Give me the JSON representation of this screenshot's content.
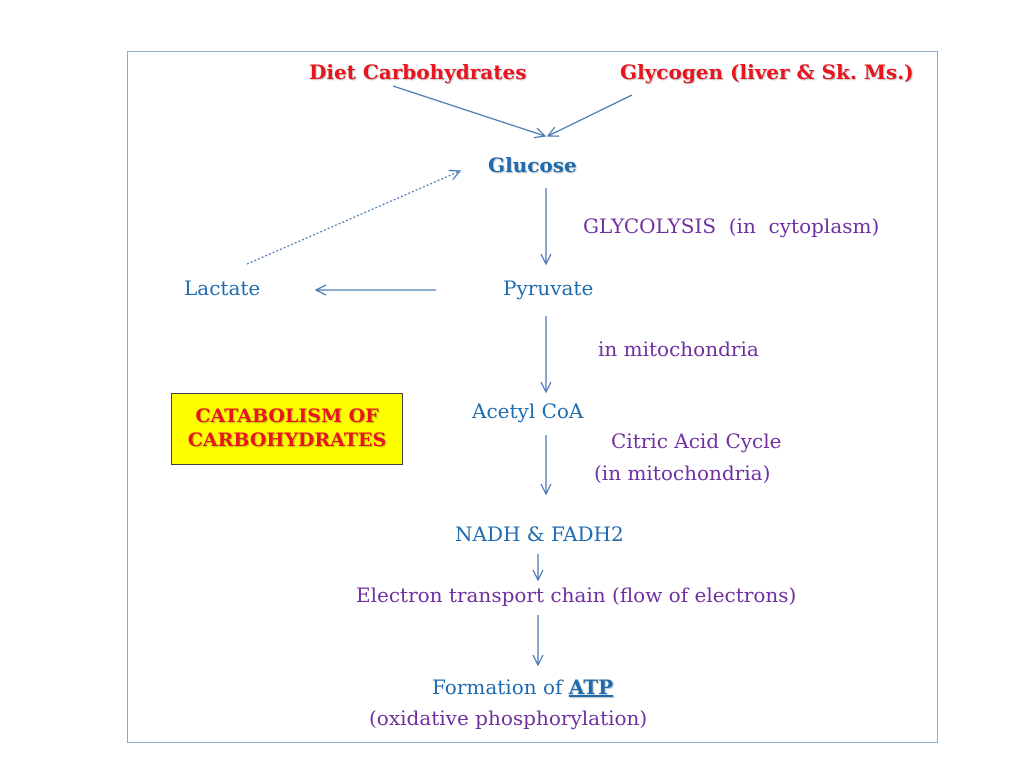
{
  "colors": {
    "red": "#e8141e",
    "blue": "#1f6bb0",
    "purple": "#7030a0",
    "arrow": "#4a7ab5",
    "box_fill": "#ffff00",
    "frame": "#8eaacb"
  },
  "nodes": {
    "diet_carbohydrates": "Diet Carbohydrates",
    "glycogen": "Glycogen (liver & Sk. Ms.)",
    "glucose": "Glucose",
    "lactate": "Lactate",
    "pyruvate": "Pyruvate",
    "acetyl_coa": "Acetyl CoA",
    "nadh_fadh2": "NADH & FADH2",
    "electron_transport_chain": "Electron transport chain (flow of electrons)",
    "formation_of": "Formation of",
    "atp": "ATP",
    "oxidative_phosphorylation": "(oxidative phosphorylation)"
  },
  "annotations": {
    "glycolysis": "GLYCOLYSIS  (in  cytoplasm)",
    "in_mitochondria": "in mitochondria",
    "citric_acid_cycle": "Citric Acid Cycle",
    "citric_acid_cycle_location": "(in mitochondria)"
  },
  "title_box": {
    "line1": "CATABOLISM OF",
    "line2": "CARBOHYDRATES"
  }
}
